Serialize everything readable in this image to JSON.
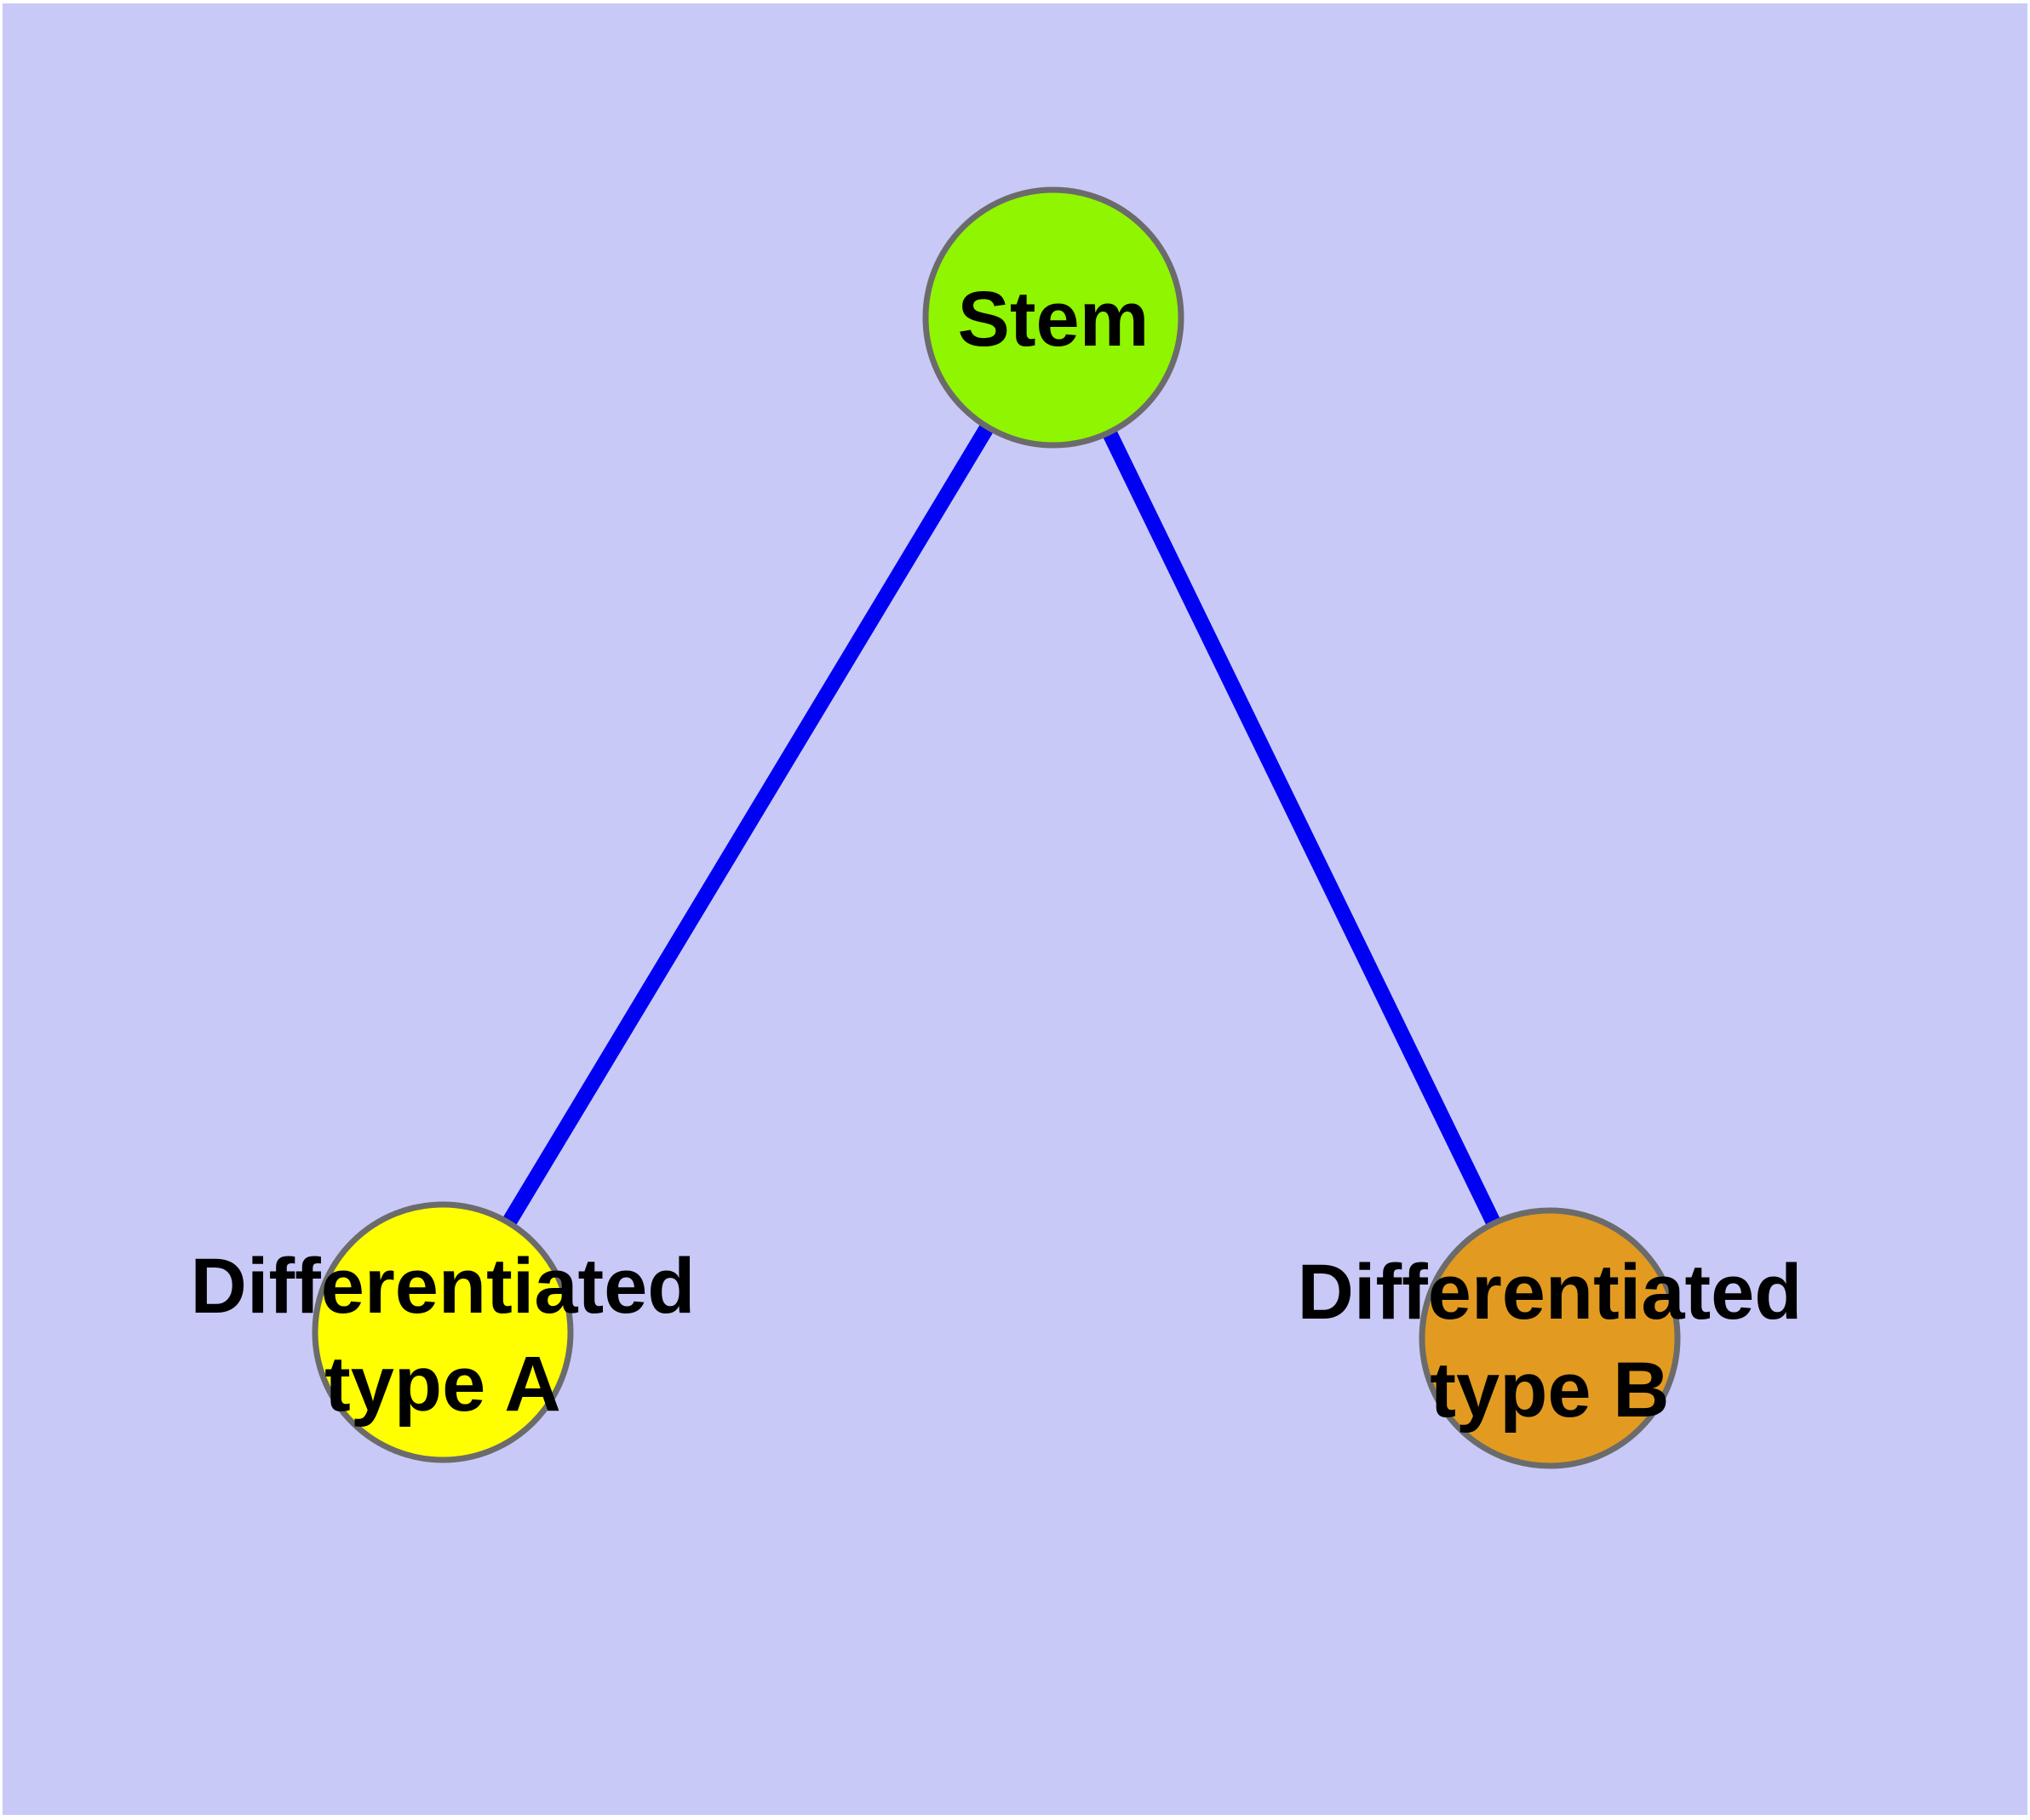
{
  "diagram": {
    "type": "node-link-graph",
    "background_color": "#C9C9F8",
    "page_edge_color": "#FFFFFF",
    "text_color": "#000000",
    "node_border_color": "#6B6B6B",
    "nodes": [
      {
        "id": "stem",
        "label": "Stem",
        "lines": [
          "Stem"
        ],
        "fill": "#90F500",
        "stroke": "#6B6B6B",
        "shape": "circle"
      },
      {
        "id": "differentiated-type-a",
        "label": "Differentiated type A",
        "lines": [
          "Differentiated",
          "type A"
        ],
        "fill": "#FFFF00",
        "stroke": "#6B6B6B",
        "shape": "circle"
      },
      {
        "id": "differentiated-type-b",
        "label": "Differentiated type B",
        "lines": [
          "Differentiated",
          "type B"
        ],
        "fill": "#E29B20",
        "stroke": "#6B6B6B",
        "shape": "circle"
      }
    ],
    "edges": [
      {
        "from": "stem",
        "to": "differentiated-type-a",
        "color": "#0000F2"
      },
      {
        "from": "stem",
        "to": "differentiated-type-b",
        "color": "#0000F2"
      }
    ]
  }
}
